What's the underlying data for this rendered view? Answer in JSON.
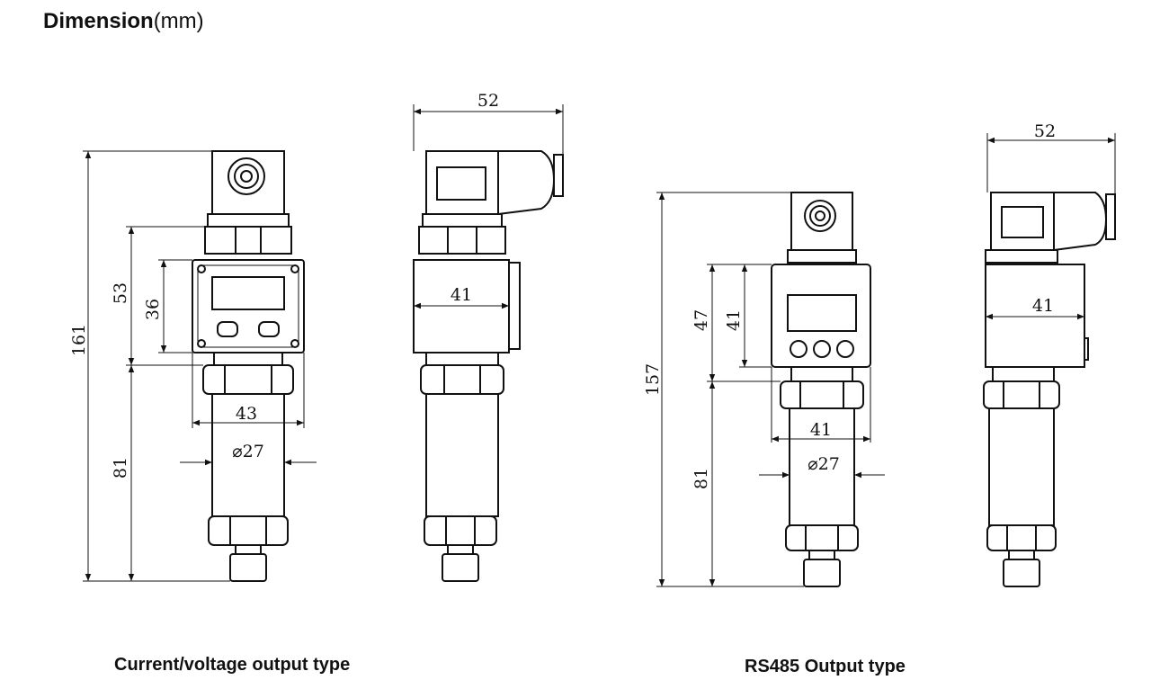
{
  "page": {
    "title": "Dimension",
    "title_unit": "(mm)"
  },
  "drawings": [
    {
      "caption": "Current/voltage output type",
      "front": {
        "overall_height": "161",
        "display_section_height": "53",
        "display_height": "36",
        "lower_height": "81",
        "width": "43",
        "diameter": "⌀27"
      },
      "side": {
        "connector_width": "52",
        "body_width": "41"
      }
    },
    {
      "caption": "RS485 Output type",
      "front": {
        "overall_height": "157",
        "display_section_height": "47",
        "display_height": "41",
        "lower_height": "81",
        "width": "41",
        "diameter": "⌀27"
      },
      "side": {
        "connector_width": "52",
        "body_width": "41"
      }
    }
  ]
}
